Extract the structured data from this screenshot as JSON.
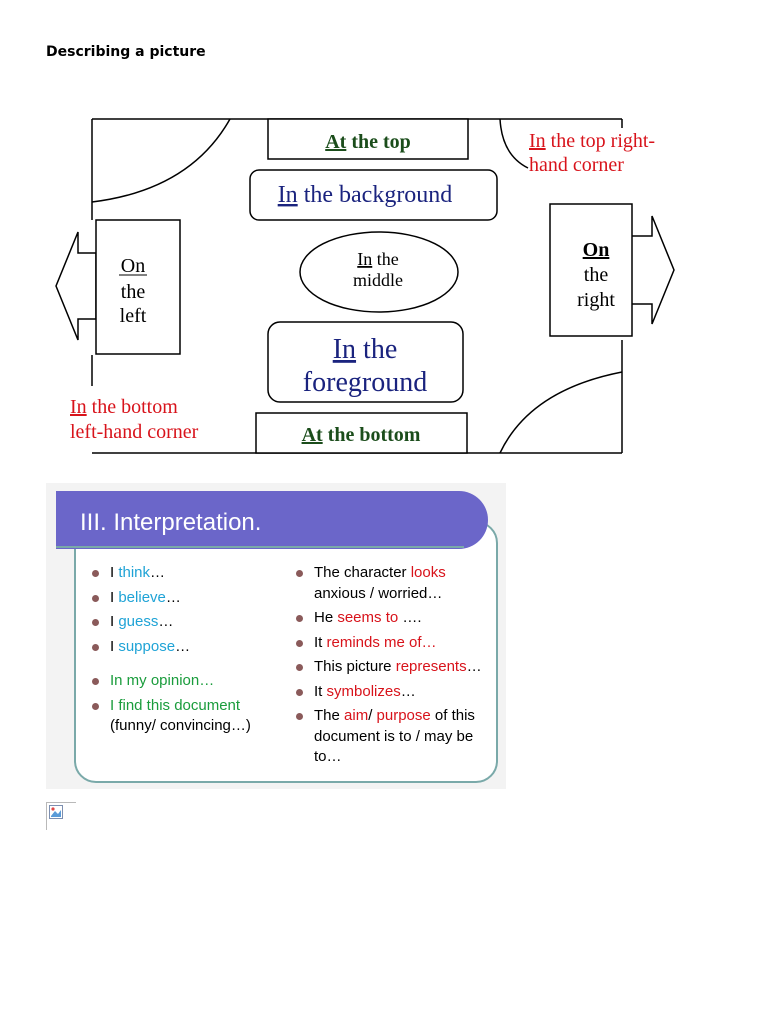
{
  "document": {
    "title": "Describing a picture"
  },
  "diagram": {
    "at_the_top": {
      "underlined": "At",
      "rest": " the top"
    },
    "in_the_background": {
      "underlined": "In",
      "rest": " the background"
    },
    "top_right": {
      "underlined": "In",
      "line1_rest": " the top right-",
      "line2": "hand corner"
    },
    "on_the_left": {
      "line1": "On",
      "line2": "the",
      "line3": "left"
    },
    "in_the_middle": {
      "underlined": "In",
      "line1_rest": " the",
      "line2": "middle"
    },
    "on_the_right": {
      "line1": "On",
      "line2": "the",
      "line3": "right"
    },
    "in_the_foreground": {
      "underlined": "In",
      "line1_rest": " the",
      "line2": "foreground"
    },
    "bottom_left": {
      "underlined": "In",
      "line1_rest": " the bottom",
      "line2": "left-hand corner"
    },
    "at_the_bottom": {
      "underlined": "At",
      "rest": " the bottom"
    }
  },
  "interpretation": {
    "title": "III. Interpretation.",
    "left": [
      {
        "parts": [
          {
            "t": "I ",
            "c": ""
          },
          {
            "t": "think",
            "c": "blue"
          },
          {
            "t": "…",
            "c": ""
          }
        ]
      },
      {
        "parts": [
          {
            "t": "I ",
            "c": ""
          },
          {
            "t": "believe",
            "c": "blue"
          },
          {
            "t": "…",
            "c": ""
          }
        ]
      },
      {
        "parts": [
          {
            "t": "I ",
            "c": ""
          },
          {
            "t": "guess",
            "c": "blue"
          },
          {
            "t": "…",
            "c": ""
          }
        ]
      },
      {
        "parts": [
          {
            "t": "I ",
            "c": ""
          },
          {
            "t": "suppose",
            "c": "blue"
          },
          {
            "t": "…",
            "c": ""
          }
        ]
      },
      {
        "gap": true
      },
      {
        "parts": [
          {
            "t": "In my opinion…",
            "c": "green"
          }
        ]
      },
      {
        "parts": [
          {
            "t": "I find this document",
            "c": "green"
          },
          {
            "t": "\n(funny/ convincing…)",
            "c": ""
          }
        ]
      }
    ],
    "right": [
      {
        "parts": [
          {
            "t": "The character ",
            "c": ""
          },
          {
            "t": "looks",
            "c": "red"
          },
          {
            "t": " anxious / worried…",
            "c": ""
          }
        ]
      },
      {
        "parts": [
          {
            "t": "He ",
            "c": ""
          },
          {
            "t": "seems to",
            "c": "red"
          },
          {
            "t": " ….",
            "c": ""
          }
        ]
      },
      {
        "parts": [
          {
            "t": "It ",
            "c": ""
          },
          {
            "t": "reminds me of…",
            "c": "red"
          }
        ]
      },
      {
        "parts": [
          {
            "t": "This picture ",
            "c": ""
          },
          {
            "t": "represents",
            "c": "red"
          },
          {
            "t": "…",
            "c": ""
          }
        ]
      },
      {
        "parts": [
          {
            "t": "It ",
            "c": ""
          },
          {
            "t": "symbolizes",
            "c": "red"
          },
          {
            "t": "…",
            "c": ""
          }
        ]
      },
      {
        "parts": [
          {
            "t": "The ",
            "c": ""
          },
          {
            "t": "aim",
            "c": "red"
          },
          {
            "t": "/ ",
            "c": ""
          },
          {
            "t": "purpose",
            "c": "red"
          },
          {
            "t": " of this document is to / may be to…",
            "c": ""
          }
        ]
      }
    ]
  },
  "colors": {
    "navy": "#1a237e",
    "dark_green": "#1b4d1b",
    "red": "#d8131b",
    "header": "#6b66c9",
    "frame": "#7aa9a9"
  }
}
